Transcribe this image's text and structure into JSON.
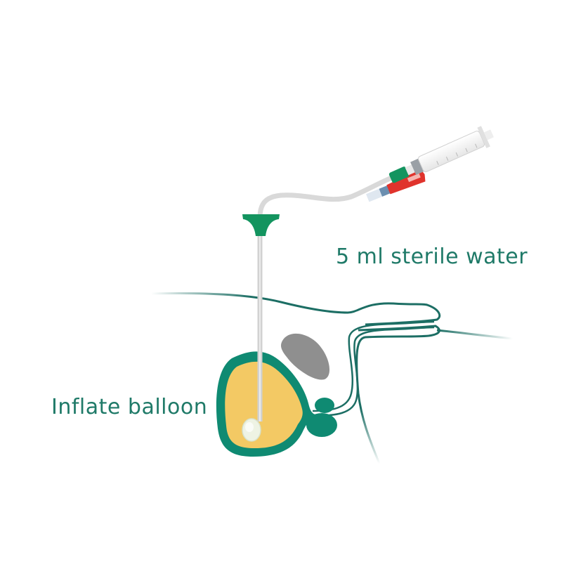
{
  "diagram": {
    "labels": {
      "water": "5 ml sterile water",
      "balloon": "Inflate balloon"
    },
    "colors": {
      "text": "#1f7a68",
      "outline": "#1c6e64",
      "teal_fill": "#0f8a72",
      "bladder_fill": "#f3c964",
      "catheter": "#dcdcdc",
      "hub_green": "#13945f",
      "cap_red": "#e0332c",
      "bone_gray": "#8f8f8f"
    },
    "components": [
      "syringe",
      "green-valve-connector",
      "red-drainage-funnel",
      "catheter-tube",
      "green-t-connector",
      "bladder",
      "balloon",
      "prostate",
      "pubic-bone",
      "urethra",
      "body-outline"
    ]
  }
}
